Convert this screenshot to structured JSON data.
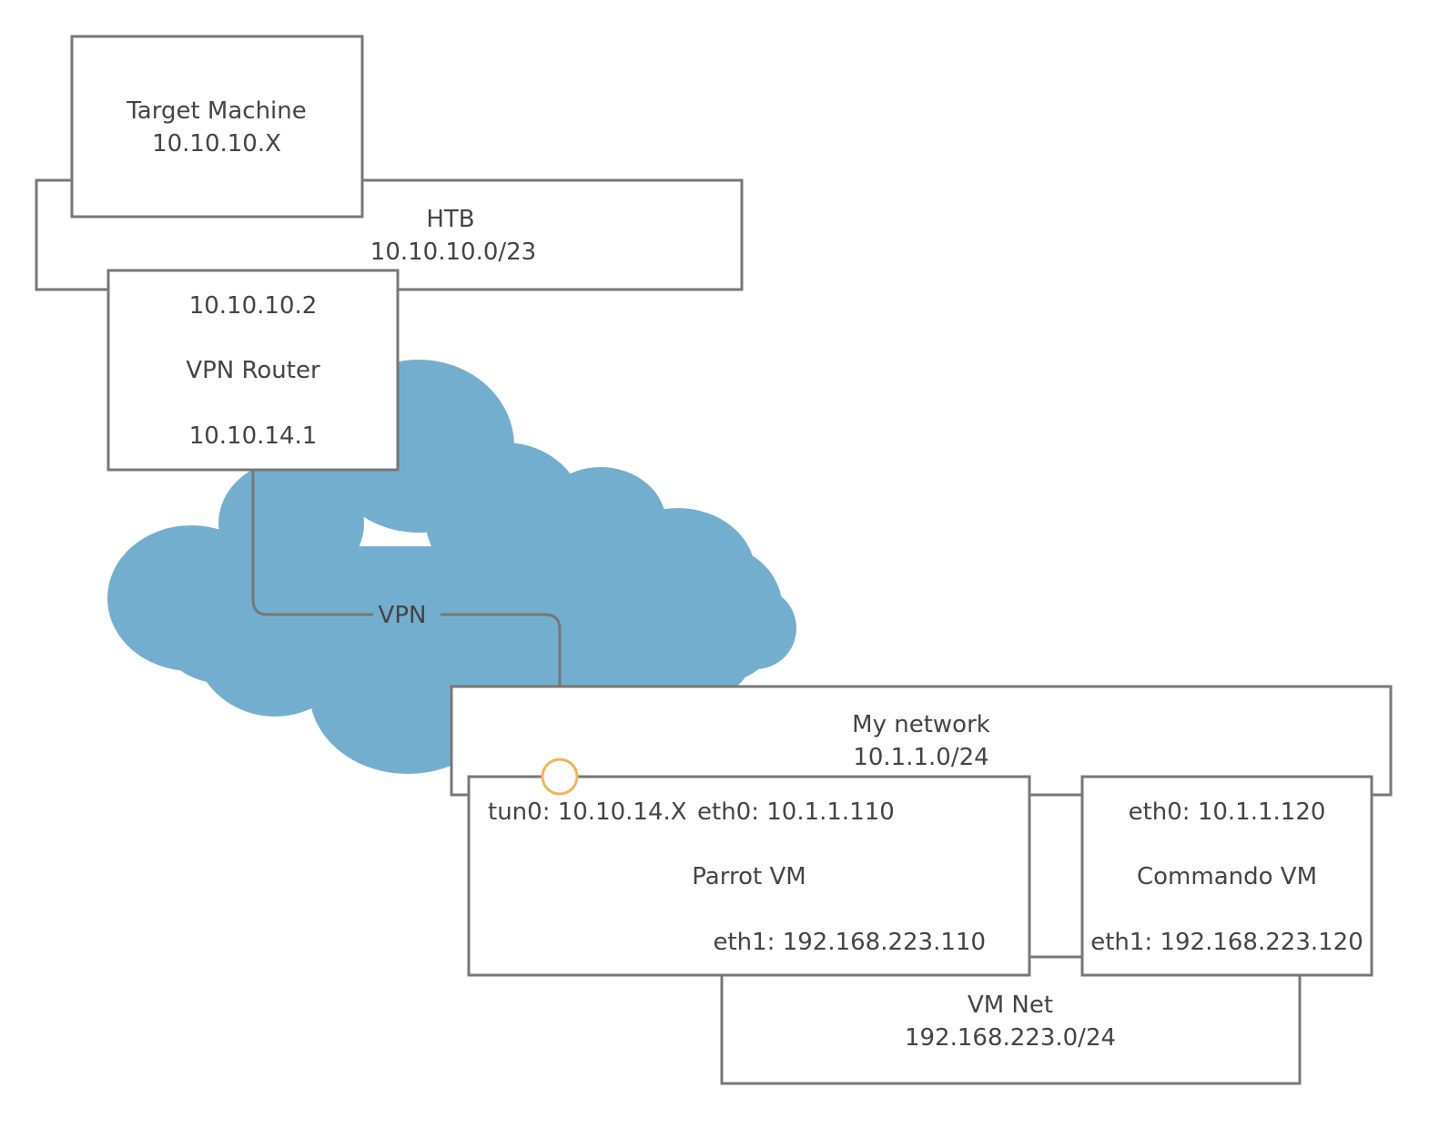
{
  "colors": {
    "cloud": "#74aecf",
    "border": "#777777",
    "text": "#444444",
    "interface_marker": "#f2b35a"
  },
  "target_machine": {
    "name": "Target Machine",
    "ip": "10.10.10.X"
  },
  "htb": {
    "name": "HTB",
    "subnet": "10.10.10.0/23"
  },
  "vpn_router": {
    "ip_top": "10.10.10.2",
    "name": "VPN Router",
    "ip_bottom": "10.10.14.1"
  },
  "vpn_link": {
    "label": "VPN"
  },
  "my_network": {
    "name": "My network",
    "subnet": "10.1.1.0/24"
  },
  "parrot_vm": {
    "tun0": "tun0: 10.10.14.X",
    "eth0": "eth0: 10.1.1.110",
    "name": "Parrot VM",
    "eth1": "eth1: 192.168.223.110"
  },
  "commando_vm": {
    "eth0": "eth0: 10.1.1.120",
    "name": "Commando VM",
    "eth1": "eth1: 192.168.223.120"
  },
  "vm_net": {
    "name": "VM Net",
    "subnet": "192.168.223.0/24"
  }
}
